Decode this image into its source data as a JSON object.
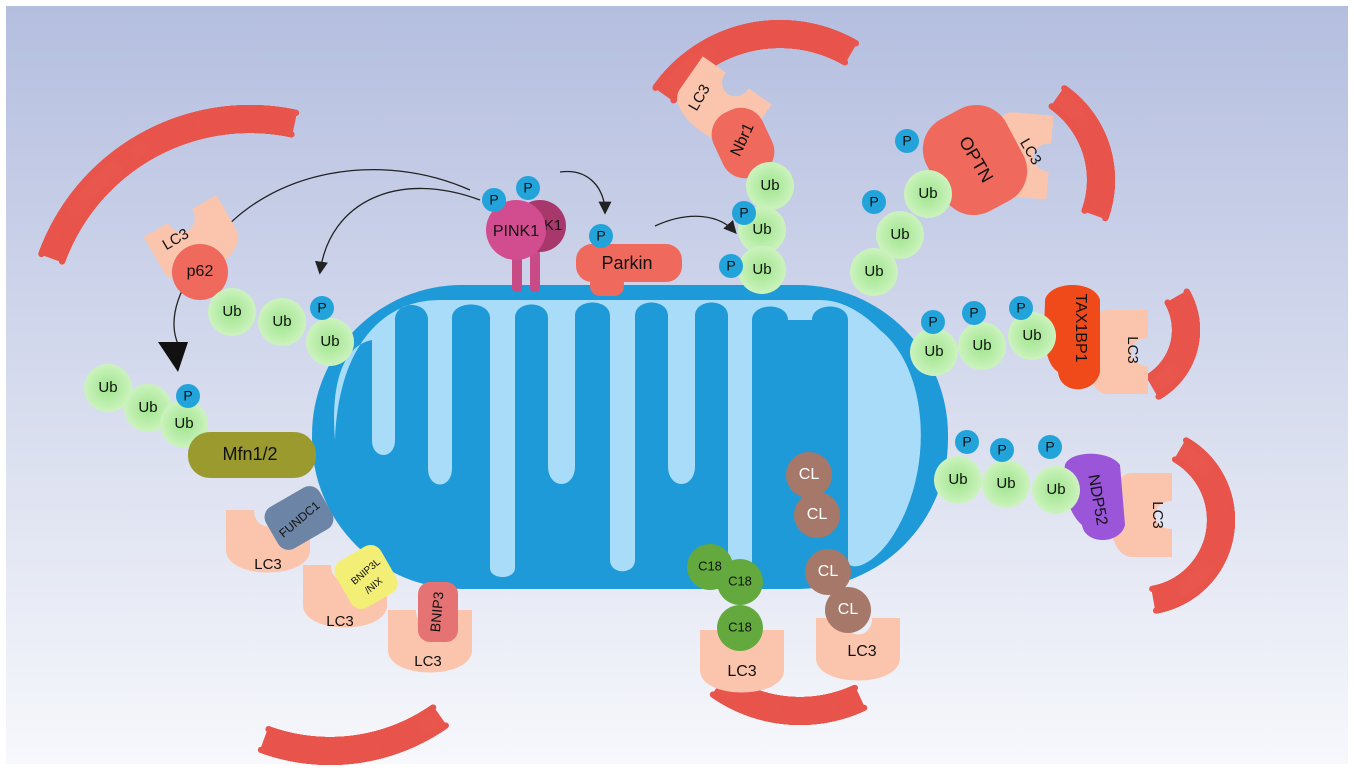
{
  "labels": {
    "lc3": "LC3",
    "p62": "p62",
    "ub": "Ub",
    "p": "P",
    "pink1": "PINK1",
    "pink1_partial": "K1",
    "parkin": "Parkin",
    "nbr1": "Nbr1",
    "optn": "OPTN",
    "tax1bp1": "TAX1BP1",
    "ndp52": "NDP52",
    "mfn": "Mfn1/2",
    "fundc1": "FUNDC1",
    "bnip3l_line1": "BNIP3L",
    "bnip3l_line2": "/NIX",
    "bnip3": "BNIP3",
    "c18": "C18",
    "cl": "CL"
  },
  "colors": {
    "background_top": "#b4bedf",
    "background_bottom": "#f7f8fc",
    "mito_outer": "#1f9ad8",
    "mito_inner": "#a8dcf8",
    "lc3": "#fbc5ad",
    "ub": "#c2efb0",
    "phospho": "#22a3da",
    "receptor_red": "#ef6a5c",
    "pink1": "#c94b86",
    "mfn": "#9a9a2f",
    "fundc1": "#6c84a6",
    "bnip3l": "#f3ee76",
    "bnip3": "#e57373",
    "c18": "#64a93e",
    "cl": "#a5786a",
    "tax1bp1": "#f04a1a",
    "ndp52": "#9b55d9",
    "membrane": "#e8564d",
    "arrow": "#222222"
  }
}
